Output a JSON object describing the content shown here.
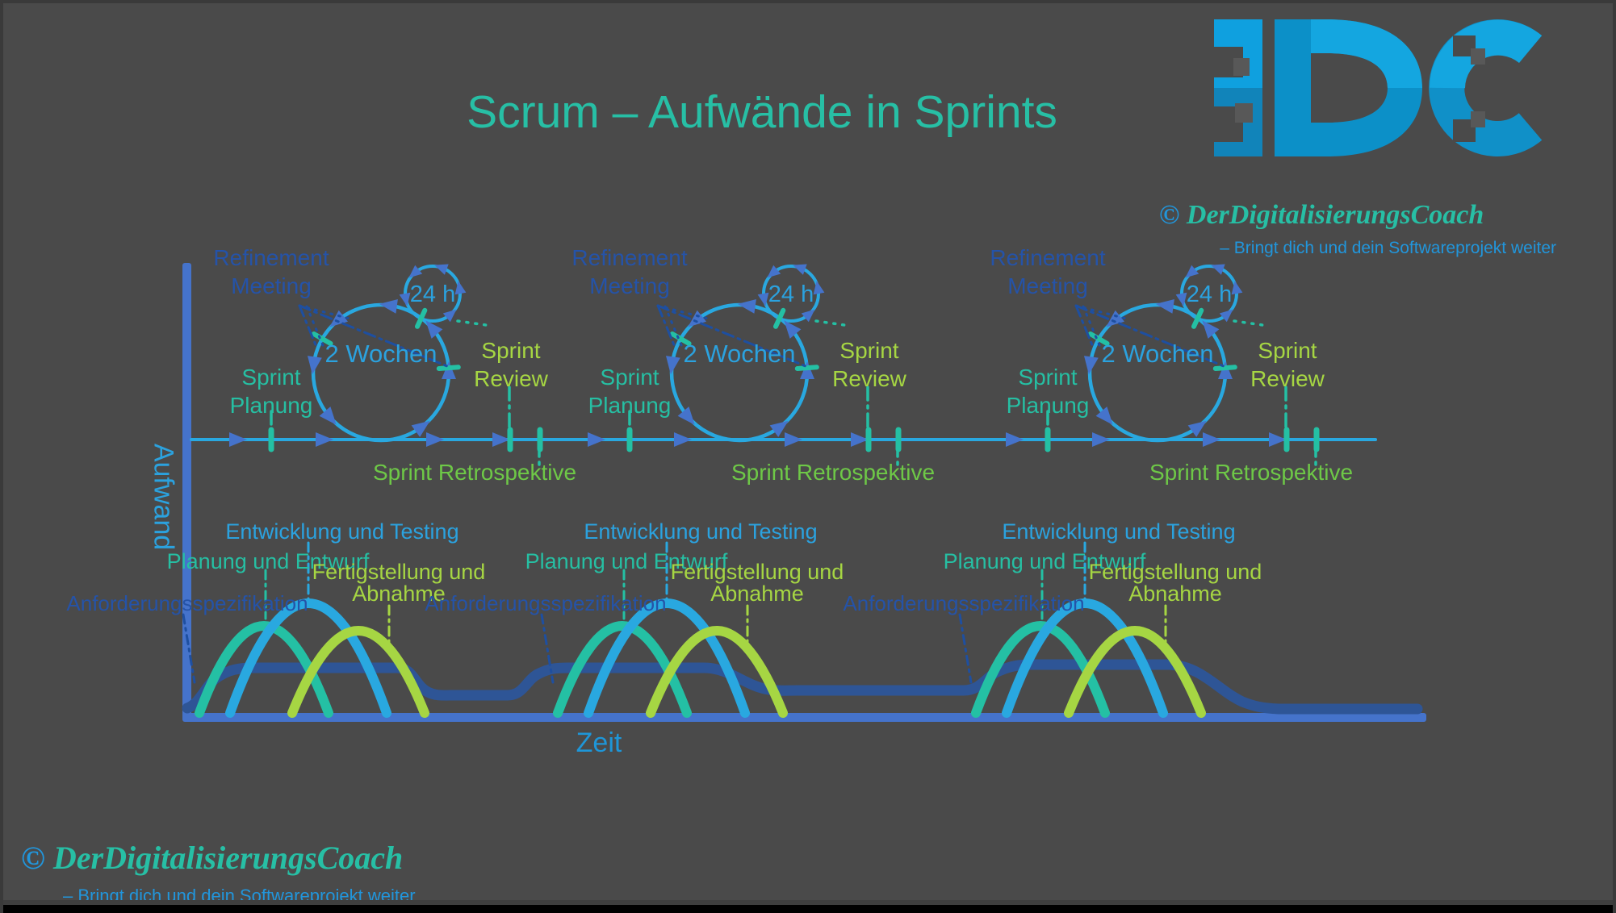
{
  "title": "Scrum – Aufwände in Sprints",
  "y_axis_label": "Aufwand",
  "x_axis_label": "Zeit",
  "branding": {
    "logo_text": "DC",
    "copyright_symbol": "©",
    "name": "DerDigitalisierungsCoach",
    "tagline": "– Bringt dich und dein Softwareprojekt weiter"
  },
  "sprint_count": 3,
  "sprint_cycle": {
    "refinement_meeting": [
      "Refinement",
      "Meeting"
    ],
    "sprint_planung": [
      "Sprint",
      "Planung"
    ],
    "sprint_review": [
      "Sprint",
      "Review"
    ],
    "sprint_retrospektive": "Sprint Retrospektive",
    "cycle_duration": "2 Wochen",
    "daily_duration": "24 h"
  },
  "effort_curves": [
    {
      "label": "Anforderungsspezifikation",
      "color": "#2E5596"
    },
    {
      "label": "Planung und Entwurf",
      "color": "#24C0A4"
    },
    {
      "label": "Entwicklung und Testing",
      "color": "#29A8E0"
    },
    {
      "label": [
        "Fertigstellung und",
        "Abnahme"
      ],
      "color": "#A6D643"
    }
  ],
  "colors": {
    "background": "#4A4A4A",
    "title_teal": "#27BFA5",
    "light_blue": "#29A8E0",
    "royal_blue_axis": "#4573CB",
    "dark_blue_text": "#2553A8",
    "dark_blue_dash": "#1E4FA0",
    "teal_accent": "#24C0A4",
    "yellow_green": "#A6D643",
    "retro_green": "#6EC847",
    "logo_blue_dark": "#1090C8",
    "logo_blue_light": "#14A6E0"
  }
}
